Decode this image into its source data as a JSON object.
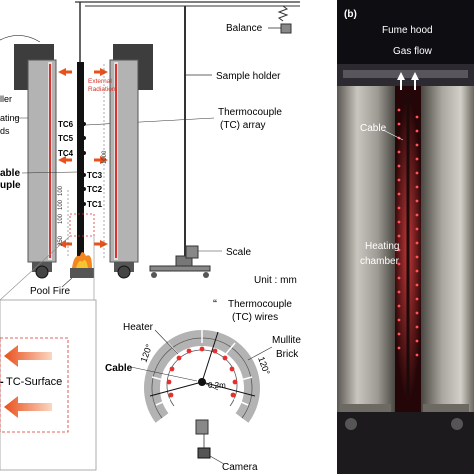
{
  "left": {
    "labels": {
      "balance": "Balance",
      "sample_holder": "Sample holder",
      "thermocouple_array_1": "Thermocouple",
      "thermocouple_array_2": "(TC) array",
      "heater_cut": "ller",
      "heating_rods_1": "ating",
      "heating_rods_2": "ds",
      "external_radiation_1": "External",
      "external_radiation_2": "Radiation",
      "cable_cut_1": "able",
      "cable_cut_2": "uple",
      "scale": "Scale",
      "unit": "Unit : mm",
      "pool_fire": "Pool Fire"
    },
    "tc_labels": [
      "TC6",
      "TC5",
      "TC4",
      "TC3",
      "TC2",
      "TC1"
    ],
    "dimensions": [
      "100",
      "100",
      "100",
      "250",
      "1000"
    ],
    "inset": {
      "tc_surface": "TC-Surface",
      "prefix": "-"
    },
    "cross_section": {
      "quote_mark": "“",
      "thermocouple_wires_1": "Thermocouple",
      "thermocouple_wires_2": "(TC) wires",
      "heater": "Heater",
      "mullite_1": "Mullite",
      "mullite_2": "Brick",
      "cable": "Cable",
      "angle_left": "120°",
      "angle_right": "120°",
      "radius": "0.2m",
      "camera": "Camera"
    }
  },
  "photo": {
    "panel_label": "(b)",
    "fume_hood": "Fume hood",
    "gas_flow": "Gas flow",
    "cable": "Cable",
    "heating_chamber_1": "Heating",
    "heating_chamber_2": "chamber"
  },
  "colors": {
    "heater_red": "#d9332b",
    "arrow_orange": "#e8501c",
    "brick_gray": "#b3b3b3",
    "dark_gray": "#3d3d3d",
    "photo_bg": "#0e0d12",
    "glow": "#ff4a4a"
  }
}
